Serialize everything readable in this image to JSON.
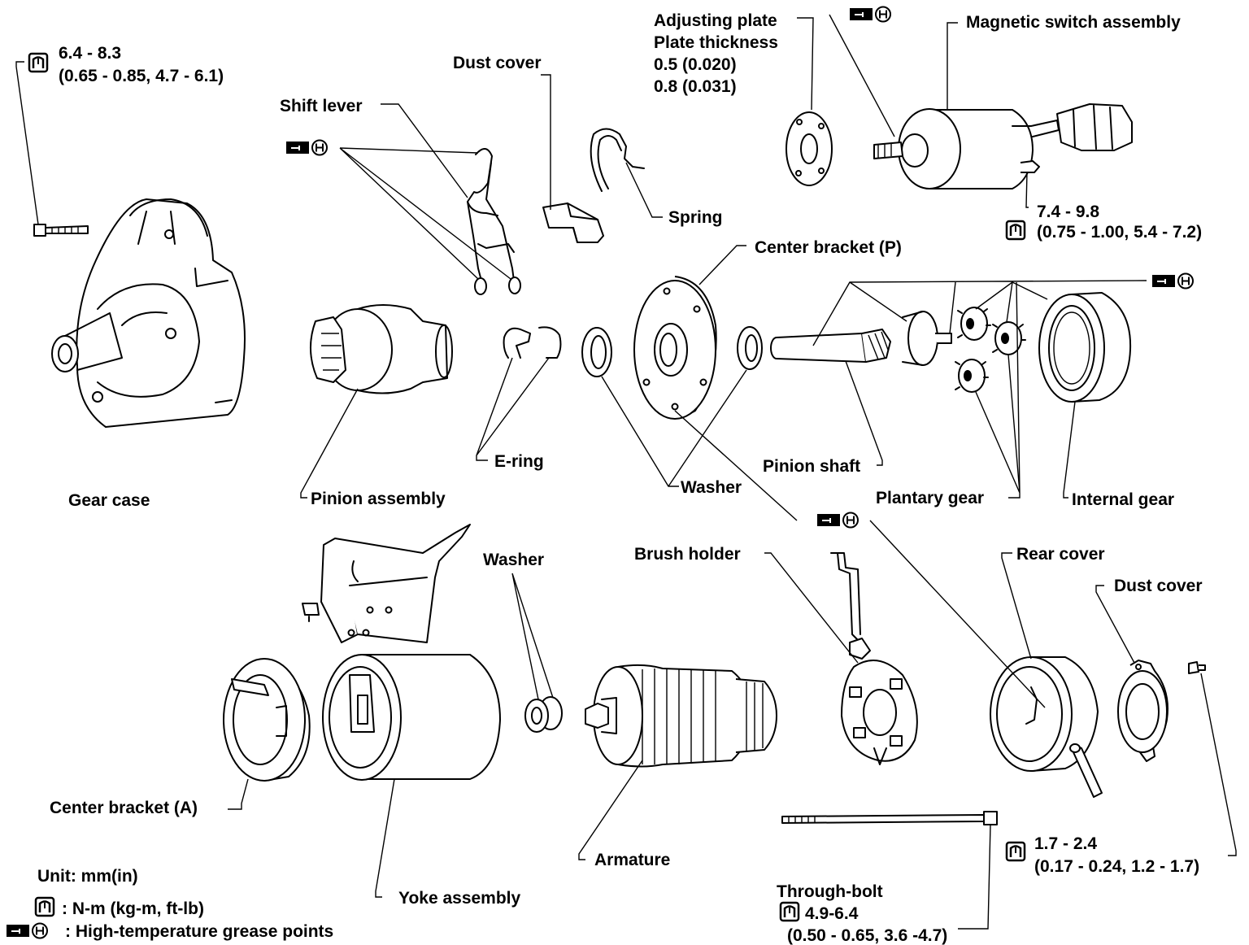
{
  "torque_specs": {
    "gear_case_bolt": [
      "6.4 - 8.3",
      "(0.65 - 0.85, 4.7 - 6.1)"
    ],
    "magnetic_switch_nut": [
      "7.4 - 9.8",
      "(0.75 - 1.00, 5.4 - 7.2)"
    ],
    "rear_cover_screw": [
      "1.7 - 2.4",
      "(0.17 - 0.24, 1.2 - 1.7)"
    ],
    "through_bolt": [
      "4.9-6.4",
      "(0.50 - 0.65, 3.6 -4.7)"
    ]
  },
  "adjusting_plate": {
    "name": "Adjusting plate",
    "thickness_label": "Plate thickness",
    "values": [
      "0.5 (0.020)",
      "0.8 (0.031)"
    ]
  },
  "labels": {
    "magnetic_switch": "Magnetic switch assembly",
    "dust_cover_top": "Dust cover",
    "shift_lever": "Shift lever",
    "spring": "Spring",
    "center_bracket_p": "Center bracket (P)",
    "gear_case": "Gear case",
    "pinion_assembly": "Pinion assembly",
    "e_ring": "E-ring",
    "washer_mid": "Washer",
    "pinion_shaft": "Pinion shaft",
    "planetary_gear": "Plantary gear",
    "internal_gear": "Internal gear",
    "washer_lower": "Washer",
    "brush_holder": "Brush holder",
    "rear_cover": "Rear cover",
    "dust_cover_right": "Dust cover",
    "center_bracket_a": "Center bracket (A)",
    "armature": "Armature",
    "yoke_assembly": "Yoke assembly",
    "through_bolt": "Through-bolt"
  },
  "legend": {
    "unit": "Unit:  mm(in)",
    "torque_unit": ": N-m (kg-m, ft-lb)",
    "grease": ": High-temperature grease points"
  },
  "symbols": {
    "torque": "torque-wrench-icon",
    "grease": "grease-gun-icon",
    "grease_letter": "H"
  },
  "colors": {
    "ink": "#000000",
    "paper": "#ffffff"
  }
}
